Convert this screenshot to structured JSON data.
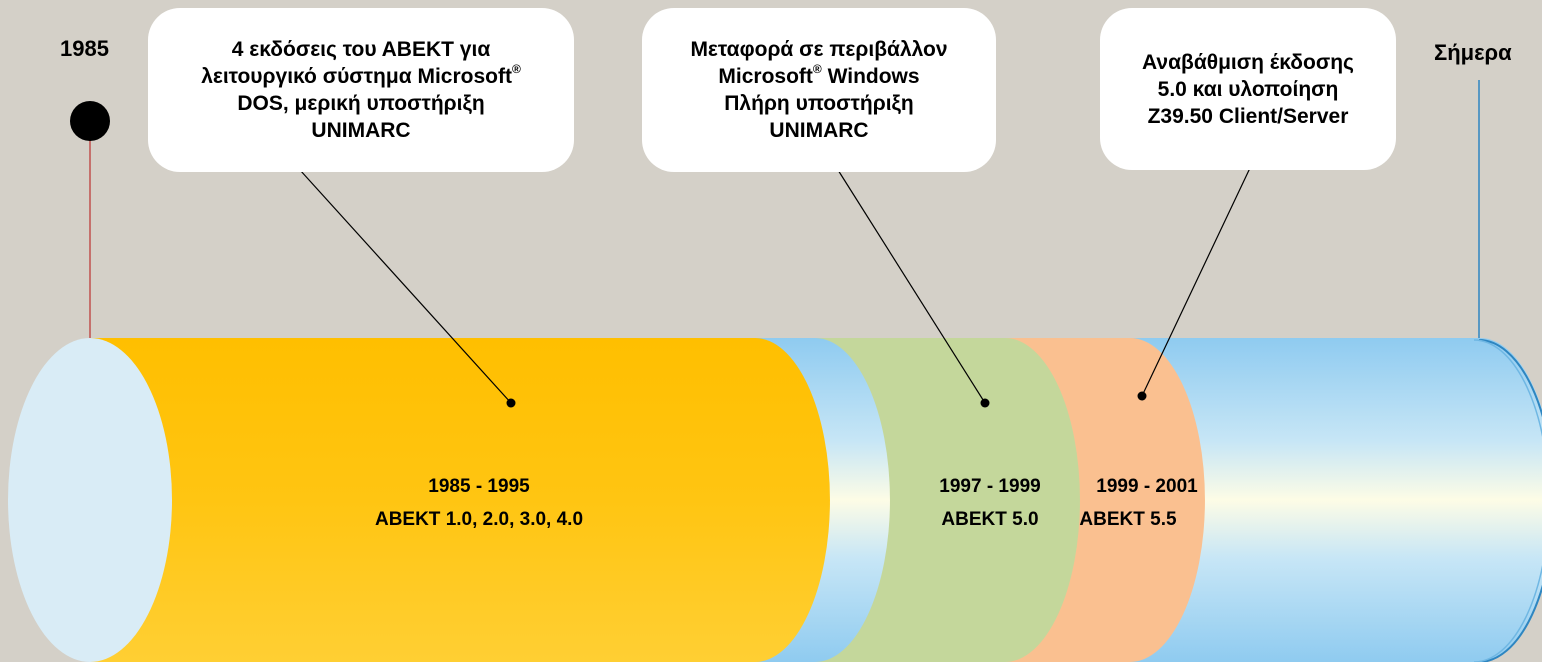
{
  "start_year": "1985",
  "end_label": "Σήμερα",
  "colors": {
    "background": "#d4d0c8",
    "segment_1": "#ffc000",
    "segment_2": "#c4d79b",
    "segment_3": "#fac090",
    "pipe": "#8fcbf0",
    "pipe_highlight": "#fdfce6",
    "start_cap": "#d9ecf6",
    "start_pin": "#c0504d",
    "end_pin": "#2e86c1"
  },
  "segments": [
    {
      "range": "1985 - 1995",
      "versions": "ΑΒΕΚΤ 1.0, 2.0, 3.0, 4.0"
    },
    {
      "range": "1997 - 1999",
      "versions": "ΑΒΕΚΤ 5.0"
    },
    {
      "range": "1999 - 2001",
      "versions": "ΑΒΕΚΤ 5.5"
    }
  ],
  "callouts": [
    {
      "line1": "4 εκδόσεις του ΑΒΕΚΤ για",
      "line2": "λειτουργικό σύστημα Microsoft",
      "line2_sup": "®",
      "line3": "DOS, μερική υποστήριξη",
      "line4": "UNIMARC"
    },
    {
      "line1": "Μεταφορά σε περιβάλλον",
      "line2": "Microsoft",
      "line2_sup": "®",
      "line2_after": " Windows",
      "line3": "Πλήρη υποστήριξη",
      "line4": "UNIMARC"
    },
    {
      "line1": "Αναβάθμιση έκδοσης",
      "line2": "5.0 και υλοποίηση",
      "line3": "Z39.50 Client/Server"
    }
  ]
}
